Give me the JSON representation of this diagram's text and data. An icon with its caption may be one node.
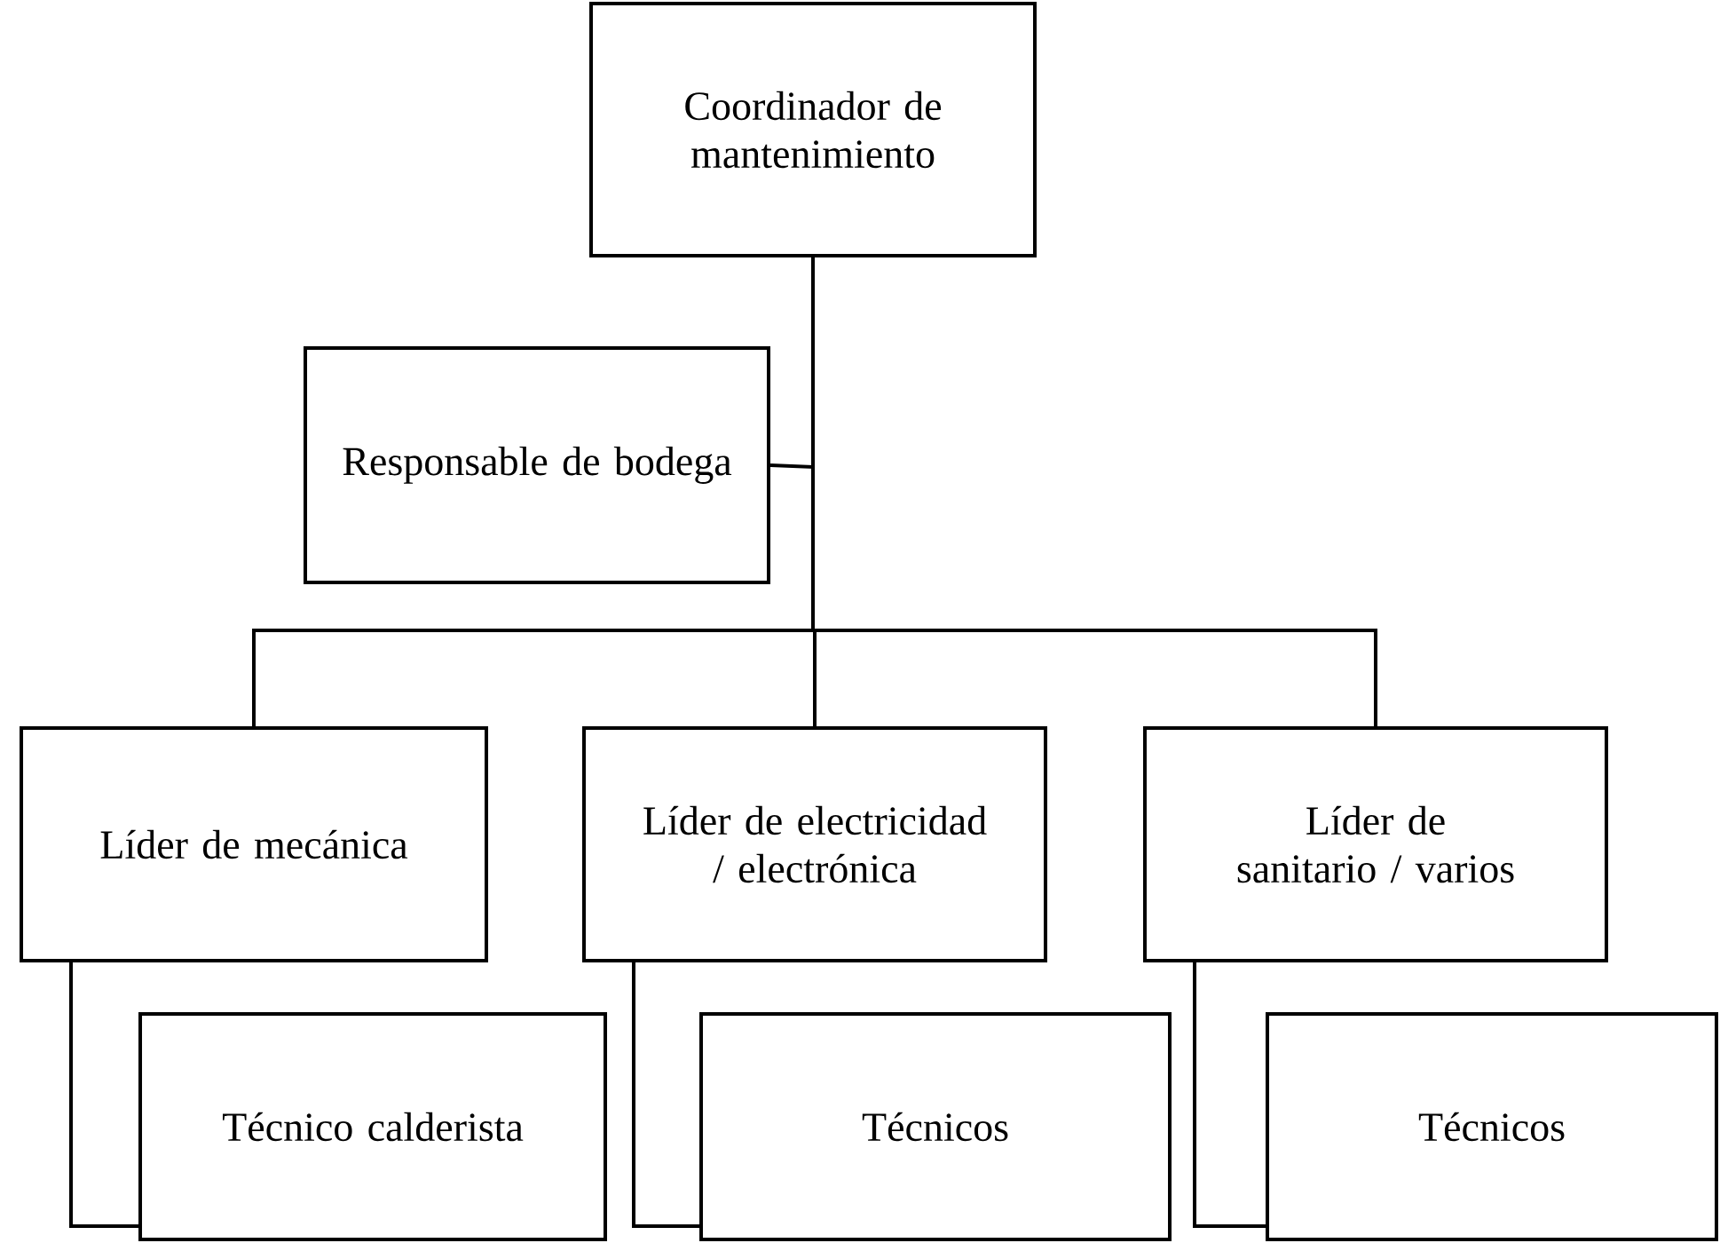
{
  "diagram": {
    "nodes": [
      {
        "text": [
          "Coordinador de mantenimiento"
        ]
      },
      {
        "text": [
          "Responsable de bodega"
        ]
      },
      {
        "text": [
          "Líder de mecánica"
        ]
      },
      {
        "text": [
          "Líder de electricidad / electrónica"
        ]
      },
      {
        "text": [
          "Líder de sanitario / varios"
        ]
      },
      {
        "text": [
          "Técnico calderista"
        ]
      },
      {
        "text": [
          "Técnicos"
        ]
      },
      {
        "text": [
          "Técnicos"
        ]
      }
    ],
    "edges": [
      {
        "from": 0,
        "to": 1,
        "arrow": "none"
      },
      {
        "from": 0,
        "to": 2,
        "arrow": "none"
      },
      {
        "from": 0,
        "to": 3,
        "arrow": "none"
      },
      {
        "from": 0,
        "to": 4,
        "arrow": "none"
      },
      {
        "from": 2,
        "to": 5,
        "arrow": "none"
      },
      {
        "from": 3,
        "to": 6,
        "arrow": "none"
      },
      {
        "from": 4,
        "to": 7,
        "arrow": "none"
      }
    ]
  }
}
